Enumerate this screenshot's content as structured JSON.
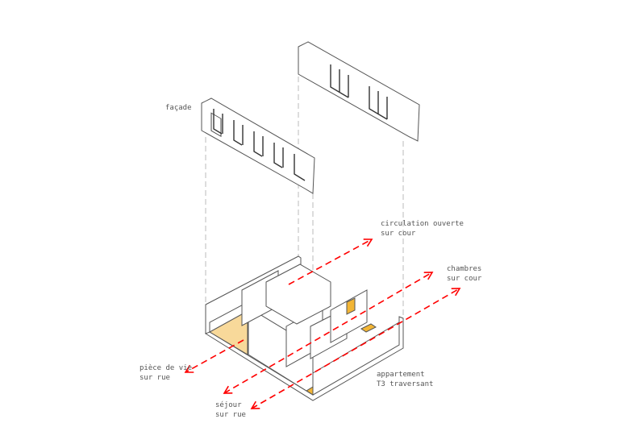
{
  "labels": {
    "facade": "façade",
    "circulation": [
      "circulation ouverte",
      "sur cour"
    ],
    "chambres": [
      "chambres",
      "sur cour"
    ],
    "piece": [
      "pièce de vie",
      "sur rue"
    ],
    "sejour": [
      "séjour",
      "sur rue"
    ],
    "appartement": [
      "appartement",
      "T3 traversant"
    ]
  },
  "colors": {
    "arrow": "#ff0000",
    "floor_light": "#f8d99a",
    "floor_dark": "#f2b535",
    "line": "#555555",
    "guide": "#bbbbbb"
  }
}
